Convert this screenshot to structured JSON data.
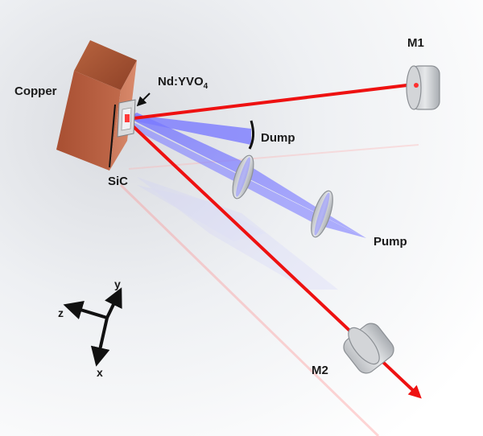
{
  "labels": {
    "copper": "Copper",
    "crystal": "Nd:YVO",
    "crystal_subscript": "4",
    "sic": "SiC",
    "dump": "Dump",
    "pump": "Pump",
    "m1": "M1",
    "m2": "M2"
  },
  "axes": {
    "x": "x",
    "y": "y",
    "z": "z"
  },
  "colors": {
    "laser_beam": "#ee1111",
    "pump_beam": "#8080ff",
    "copper": "#b4593c",
    "optic_glass": "#c8cacc",
    "background": "#ffffff"
  }
}
